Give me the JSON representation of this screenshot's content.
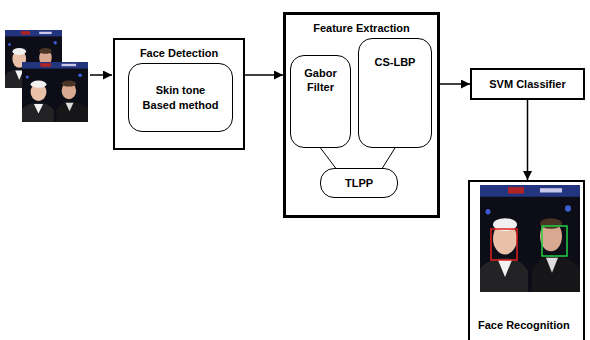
{
  "diagram": {
    "nodes": [
      {
        "text": [
          "Face Detection"
        ]
      },
      {
        "text": [
          "Skin tone Based method"
        ],
        "in": 0
      },
      {
        "text": [
          "Feature Extraction"
        ]
      },
      {
        "text": [
          "Gabor Filter"
        ],
        "in": 2
      },
      {
        "text": [
          "CS-LBP"
        ],
        "in": 2
      },
      {
        "text": [
          "TLPP"
        ],
        "in": 2
      },
      {
        "text": [
          "SVM Classifier"
        ]
      },
      {
        "text": [
          "Face Recognition"
        ]
      }
    ],
    "edges": [
      {
        "from": 0,
        "to": 2,
        "arrow": "to"
      },
      {
        "from": 3,
        "to": 5,
        "arrow": "none"
      },
      {
        "from": 4,
        "to": 5,
        "arrow": "none"
      },
      {
        "from": 2,
        "to": 6,
        "arrow": "to"
      },
      {
        "from": 6,
        "to": 7,
        "arrow": "to"
      }
    ]
  }
}
